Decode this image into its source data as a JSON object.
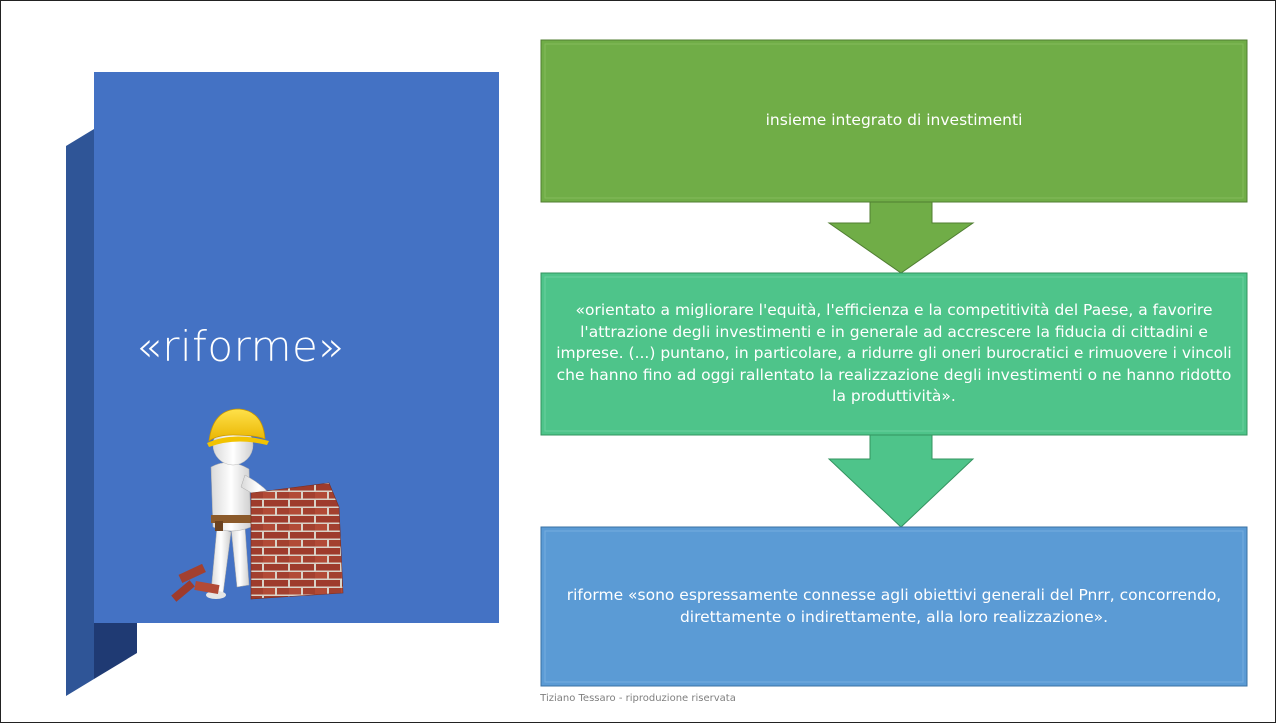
{
  "slide": {
    "title": "«riforme»",
    "footer": "Tiziano Tessaro - riproduzione riservata"
  },
  "flow": {
    "steps": [
      {
        "text": "insieme integrato di investimenti",
        "color": "#70ad47"
      },
      {
        "text": "«orientato a migliorare l'equità, l'efficienza e la competitività del Paese, a favorire l'attrazione degli investimenti e in generale ad accrescere la fiducia di cittadini e imprese. (...) puntano, in particolare, a ridurre gli oneri burocratici e rimuovere i vincoli che hanno fino ad oggi rallentato la realizzazione degli investimenti o ne hanno ridotto la produttività».",
        "color": "#4ec48a"
      },
      {
        "text": "riforme «sono espressamente connesse agli obiettivi generali del Pnrr, concorrendo, direttamente o indirettamente, alla loro realizzazione».",
        "color": "#5b9bd5"
      }
    ]
  },
  "colors": {
    "panel": "#4472c4",
    "panel_shadow": "#2f5597",
    "panel_shadow_dark": "#1f3a73"
  },
  "illustration": {
    "icon": "bricklayer-icon"
  }
}
